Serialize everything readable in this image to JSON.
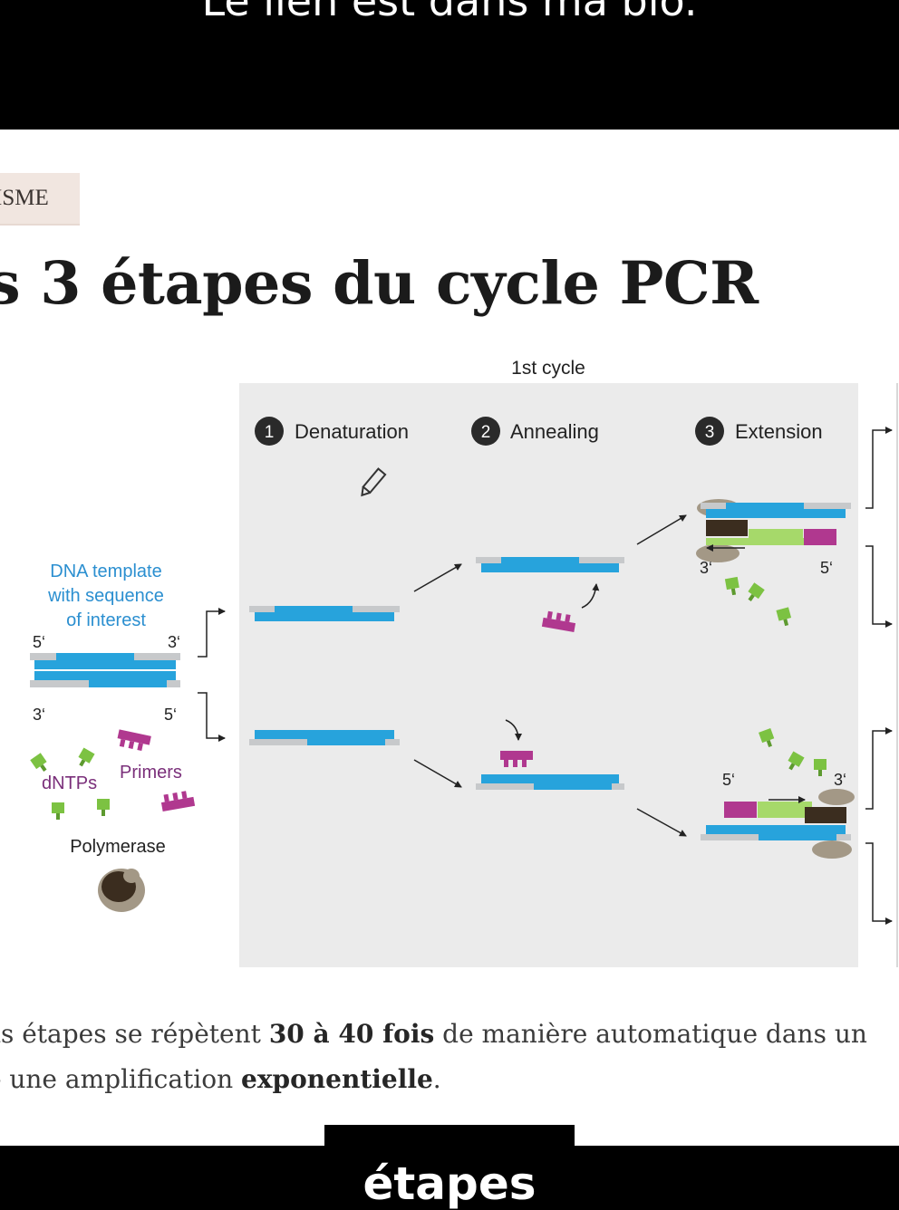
{
  "overlay": {
    "top_caption": "Le lien est dans ma bio.",
    "bottom_caption": "étapes"
  },
  "article": {
    "category_tag": "ISME",
    "title": "s 3 étapes du cycle PCR",
    "body_line1_part1": "is étapes se répètent ",
    "body_line1_bold": "30 à 40 fois",
    "body_line1_part2": " de manière automatique dans un",
    "body_line2_part1": "- une amplification ",
    "body_line2_bold": "exponentielle",
    "body_line2_part2": "."
  },
  "diagram": {
    "cycle_label": "1st cycle",
    "steps": [
      {
        "number": "1",
        "label": "Denaturation"
      },
      {
        "number": "2",
        "label": "Annealing"
      },
      {
        "number": "3",
        "label": "Extension"
      }
    ],
    "template_label_lines": [
      "DNA template",
      "with sequence",
      "of interest"
    ],
    "end_5p": "5‘",
    "end_3p": "3‘",
    "primers_label": "Primers",
    "dntps_label": "dNTPs",
    "polymerase_label": "Polymerase",
    "colors": {
      "panel": "#ebebeb",
      "strand_blue": "#27a3dc",
      "strand_light_blue": "#a9d4ea",
      "strand_grey": "#c7c9cb",
      "primer_magenta": "#b0388f",
      "label_blue": "#2b8fd0",
      "label_purple": "#7a2f7a",
      "nucleotide_green": "#7cc242",
      "new_strand_green": "#a6d96a",
      "polymerase_dark": "#3b2d1f",
      "polymerase_light": "#a39886"
    }
  }
}
